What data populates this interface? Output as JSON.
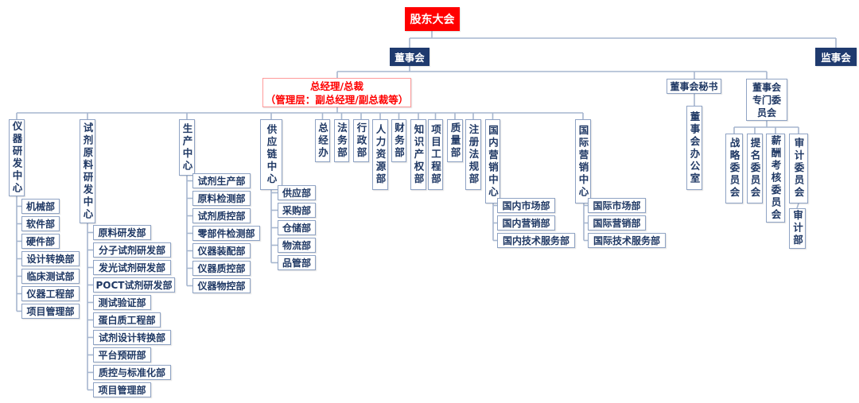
{
  "shareholders": "股东大会",
  "board": "董事会",
  "supervisors": "监事会",
  "gm": {
    "line1": "总经理/总裁",
    "line2": "（管理层：副总经理/副总裁等）"
  },
  "board_secretary": "董事会秘书",
  "board_office": "董事会办公室",
  "board_committees": {
    "label": "董事会专门委员会",
    "items": [
      "战略委员会",
      "提名委员会",
      "薪酬考核委员会",
      "审计委员会"
    ],
    "audit_dept": "审计部"
  },
  "departments": [
    {
      "label": "仪器研发中心",
      "subs": [
        "机械部",
        "软件部",
        "硬件部",
        "设计转换部",
        "临床测试部",
        "仪器工程部",
        "项目管理部"
      ]
    },
    {
      "label": "试剂原料研发中心",
      "subs": [
        "原料研发部",
        "分子试剂研发部",
        "发光试剂研发部",
        "POCT试剂研发部",
        "测试验证部",
        "蛋白质工程部",
        "试剂设计转换部",
        "平台预研部",
        "质控与标准化部",
        "项目管理部"
      ]
    },
    {
      "label": "生产中心",
      "subs": [
        "试剂生产部",
        "原料检测部",
        "试剂质控部",
        "零部件检测部",
        "仪器装配部",
        "仪器质控部",
        "仪器物控部"
      ]
    },
    {
      "label": "供应链中心",
      "subs": [
        "供应部",
        "采购部",
        "仓储部",
        "物流部",
        "品管部"
      ]
    },
    {
      "label": "总经办",
      "subs": []
    },
    {
      "label": "法务部",
      "subs": []
    },
    {
      "label": "行政部",
      "subs": []
    },
    {
      "label": "人力资源部",
      "subs": []
    },
    {
      "label": "财务部",
      "subs": []
    },
    {
      "label": "知识产权部",
      "subs": []
    },
    {
      "label": "项目工程部",
      "subs": []
    },
    {
      "label": "质量部",
      "subs": []
    },
    {
      "label": "注册法规部",
      "subs": []
    },
    {
      "label": "国内营销中心",
      "subs": [
        "国内市场部",
        "国内营销部",
        "国内技术服务部"
      ]
    },
    {
      "label": "国际营销中心",
      "subs": [
        "国际市场部",
        "国际营销部",
        "国际技术服务部"
      ]
    }
  ],
  "colors": {
    "top": "#ff0000",
    "navy": "#1f3a6e",
    "text": "#1f3864",
    "border": "#8fa3c4",
    "line": "#a6b6cf"
  }
}
